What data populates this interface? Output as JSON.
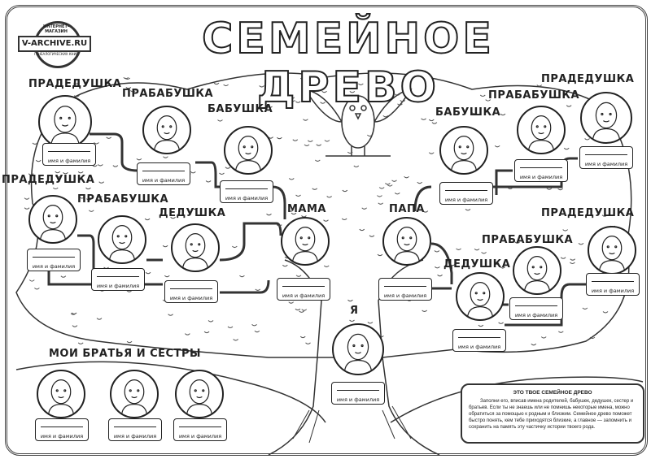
{
  "title": "СЕМЕЙНОЕ ДРЕВО",
  "logo": {
    "text": "V-ARCHIVE.RU",
    "top_text": "ИНТЕРНЕТ-МАГАЗИН",
    "bottom_text": "ГЕНЕАЛОГИЧЕСКИХ КНИГ"
  },
  "name_caption": "имя и фамилия",
  "nodes": [
    {
      "id": "l-great-grandfather-1",
      "label": "ПРАДЕДУШКА"
    },
    {
      "id": "l-great-grandmother-1",
      "label": "ПРАБАБУШКА"
    },
    {
      "id": "l-grandmother",
      "label": "БАБУШКА"
    },
    {
      "id": "l-great-grandfather-2",
      "label": "ПРАДЕДУШКА"
    },
    {
      "id": "l-great-grandmother-2",
      "label": "ПРАБАБУШКА"
    },
    {
      "id": "l-grandfather",
      "label": "ДЕДУШКА"
    },
    {
      "id": "mother",
      "label": "МАМА"
    },
    {
      "id": "father",
      "label": "ПАПА"
    },
    {
      "id": "r-grandfather",
      "label": "ДЕДУШКА"
    },
    {
      "id": "r-great-grandmother-2",
      "label": "ПРАБАБУШКА"
    },
    {
      "id": "r-great-grandfather-2",
      "label": "ПРАДЕДУШКА"
    },
    {
      "id": "r-grandmother",
      "label": "БАБУШКА"
    },
    {
      "id": "r-great-grandmother-1",
      "label": "ПРАБАБУШКА"
    },
    {
      "id": "r-great-grandfather-1",
      "label": "ПРАДЕДУШКА"
    },
    {
      "id": "me",
      "label": "Я"
    }
  ],
  "siblings": {
    "label": "МОИ БРАТЬЯ И СЕСТРЫ",
    "count": 3
  },
  "info": {
    "heading": "ЭТО ТВОЕ СЕМЕЙНОЕ ДРЕВО",
    "text": "Заполни его, вписав имена родителей, бабушек, дедушек, сестер и братьев. Если ты не знаешь или не помнишь некоторые имена, можно обратиться за помощью к родным и близким. Семейное древо поможет быстро понять, кем тебе приходятся близкие, а главное — запомнить и сохранить на память эту частичку истории твоего рода."
  }
}
